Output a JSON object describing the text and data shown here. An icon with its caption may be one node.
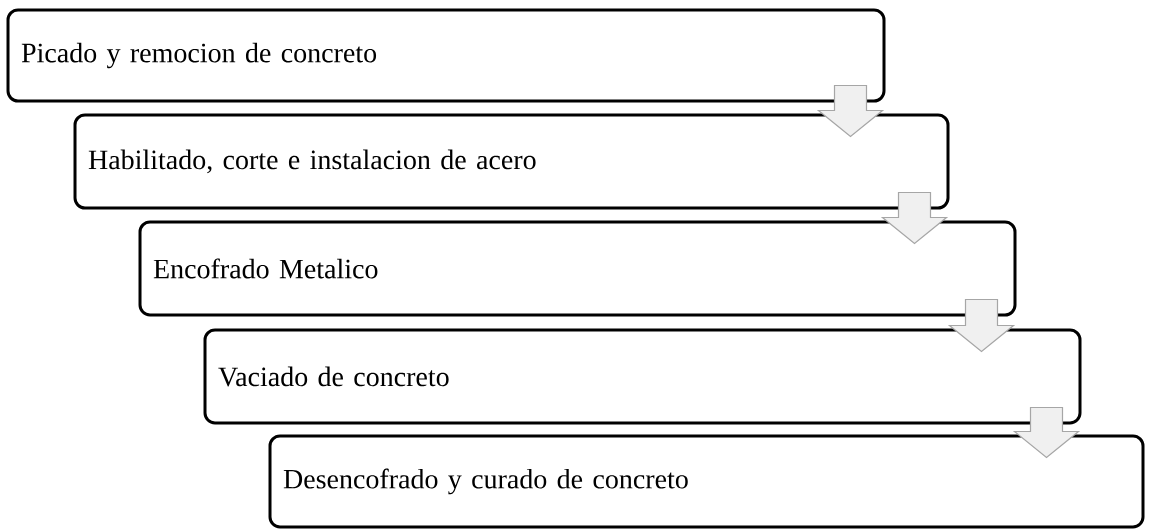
{
  "diagram": {
    "nodes": [
      {
        "text": [
          "Picado y remocion de concreto"
        ]
      },
      {
        "text": [
          "Habilitado, corte e instalacion de acero"
        ]
      },
      {
        "text": [
          "Encofrado Metalico"
        ]
      },
      {
        "text": [
          "Vaciado de concreto"
        ]
      },
      {
        "text": [
          "Desencofrado y curado de concreto"
        ]
      }
    ],
    "edges": [
      {
        "from": 0,
        "to": 1,
        "arrow": "to"
      },
      {
        "from": 1,
        "to": 2,
        "arrow": "to"
      },
      {
        "from": 2,
        "to": 3,
        "arrow": "to"
      },
      {
        "from": 3,
        "to": 4,
        "arrow": "to"
      }
    ]
  }
}
